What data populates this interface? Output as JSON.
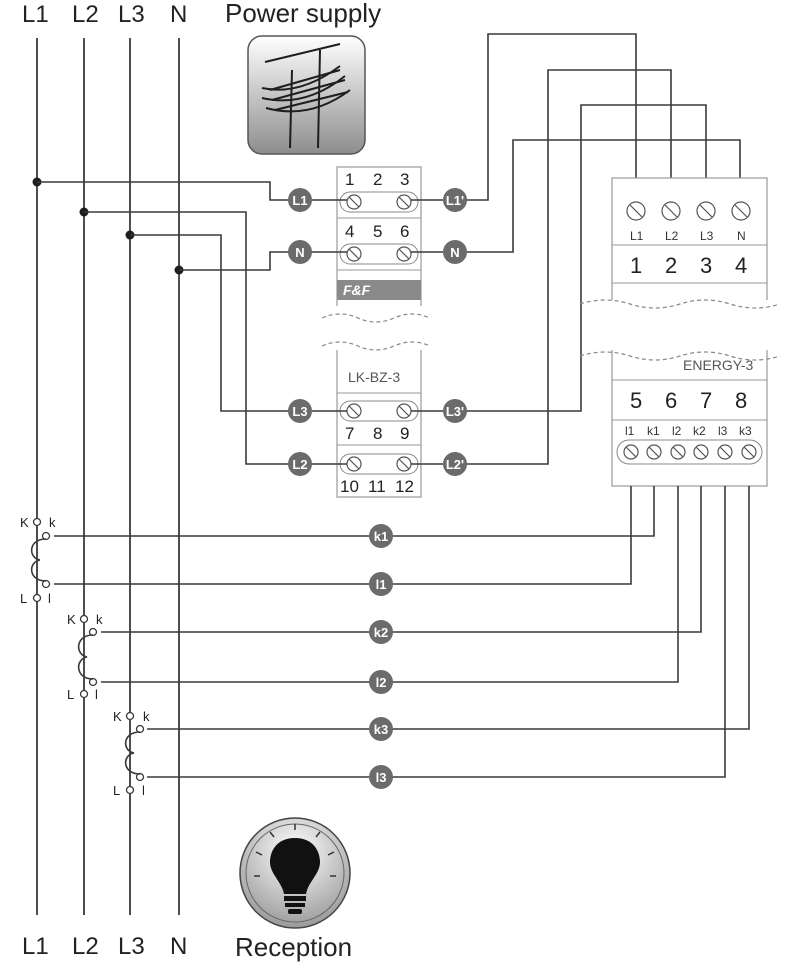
{
  "top_labels": {
    "l1": "L1",
    "l2": "L2",
    "l3": "L3",
    "n": "N",
    "power": "Power supply"
  },
  "bottom_labels": {
    "l1": "L1",
    "l2": "L2",
    "l3": "L3",
    "n": "N",
    "reception": "Reception"
  },
  "protection_module": {
    "name": "LK-BZ-3",
    "brand": "F&F",
    "terminals_top_row1": [
      "1",
      "2",
      "3"
    ],
    "terminals_top_row2": [
      "4",
      "5",
      "6"
    ],
    "terminals_bottom_row1": [
      "7",
      "8",
      "9"
    ],
    "terminals_bottom_row2": [
      "10",
      "11",
      "12"
    ],
    "inputs": {
      "l1": "L1",
      "n": "N",
      "l3": "L3",
      "l2": "L2"
    },
    "outputs": {
      "l1": "L1'",
      "n": "N",
      "l3": "L3'",
      "l2": "L2'"
    }
  },
  "meter": {
    "name": "ENERGY-3",
    "top_terminal_labels": [
      "L1",
      "L2",
      "L3",
      "N"
    ],
    "top_terminal_numbers": [
      "1",
      "2",
      "3",
      "4"
    ],
    "bottom_terminal_numbers": [
      "5",
      "6",
      "7",
      "8"
    ],
    "bottom_terminal_labels": [
      "l1",
      "k1",
      "l2",
      "k2",
      "l3",
      "k3"
    ]
  },
  "current_transformers": [
    {
      "K": "K",
      "k": "k",
      "L": "L",
      "l": "l"
    },
    {
      "K": "K",
      "k": "k",
      "L": "L",
      "l": "l"
    },
    {
      "K": "K",
      "k": "k",
      "L": "L",
      "l": "l"
    }
  ],
  "ct_wires": [
    "k1",
    "l1",
    "k2",
    "l2",
    "k3",
    "l3"
  ],
  "colors": {
    "badge": "#6b6b6b",
    "line": "#3a3a3a"
  }
}
